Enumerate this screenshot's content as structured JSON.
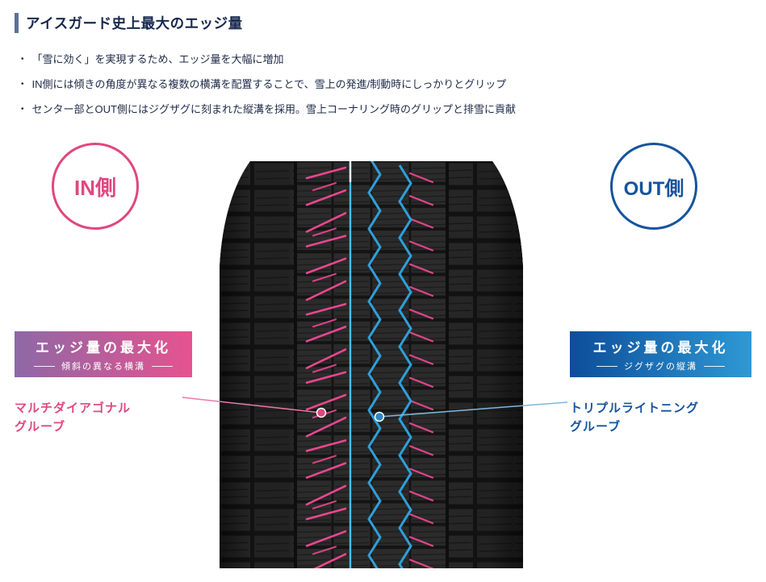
{
  "header": {
    "title": "アイスガード史上最大のエッジ量"
  },
  "bullets": {
    "marker": "•",
    "items": [
      "「雪に効く」を実現するため、エッジ量を大幅に増加",
      "IN側には傾きの角度が異なる複数の横溝を配置することで、雪上の発進/制動時にしっかりとグリップ",
      "センター部とOUT側にはジグザグに刻まれた縦溝を採用。雪上コーナリング時のグリップと排雪に貢献"
    ]
  },
  "badges": {
    "in": "IN側",
    "out": "OUT側"
  },
  "left_feature": {
    "title": "エッジ量の最大化",
    "subtitle": "傾斜の異なる横溝",
    "groove_name": "マルチダイアゴナル\nグルーブ"
  },
  "right_feature": {
    "title": "エッジ量の最大化",
    "subtitle": "ジグザグの縦溝",
    "groove_name": "トリプルライトニング\nグルーブ"
  },
  "colors": {
    "accent_pink": "#e0477e",
    "accent_blue": "#15539e",
    "groove_pink": "#e8478f",
    "groove_blue": "#2f9fd9",
    "groove_cyan": "#49c0e8",
    "callout_pink_line": "#e87ba6",
    "callout_blue_line": "#7fb6dc",
    "callout_blue_dot": "#2f86c4",
    "left_gradient_start": "#8e68a6",
    "left_gradient_end": "#e5538f",
    "right_gradient_start": "#0d4d99",
    "right_gradient_end": "#2e99d5"
  }
}
